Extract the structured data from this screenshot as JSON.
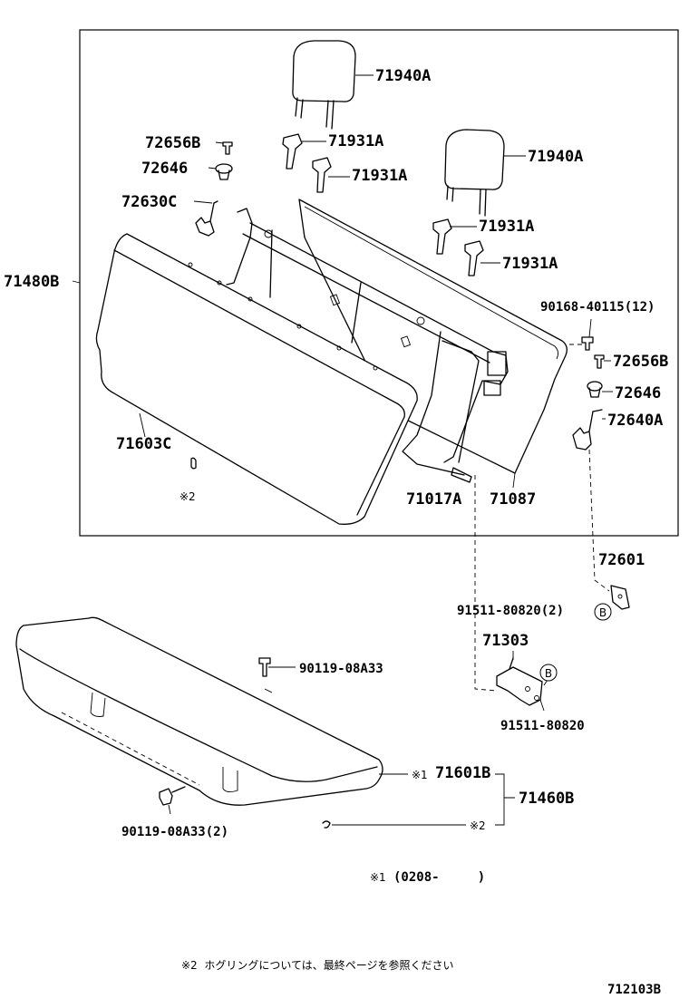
{
  "labels": {
    "headrest_upper": "71940A",
    "headrest_lower": "71940A",
    "support_1": "71931A",
    "support_2": "71931A",
    "support_3": "71931A",
    "support_4": "71931A",
    "bushing_left": "72656B",
    "knob_left": "72646",
    "lock_left": "72630C",
    "back_assy": "71480B",
    "back_pad": "71603C",
    "frame": "71017A",
    "back_board": "71087",
    "screw_top": "90168-40115(12)",
    "bushing_right": "72656B",
    "knob_right": "72646",
    "lock_right": "72640A",
    "hook_mark_back": "※2",
    "striker": "72601",
    "bolt_upper": "91511-80820(2)",
    "hinge": "71303",
    "bolt_lower": "91511-80820",
    "bolt_cushion_top": "90119-08A33",
    "cushion_pad": "71601B",
    "cushion_assy": "71460B",
    "bolt_cushion_bottom": "90119-08A33(2)",
    "mark1_inline": "※1",
    "mark2_inline": "※2",
    "circle_b1": "B",
    "circle_b2": "B"
  },
  "notes": {
    "note1_mark": "※1",
    "note1_text": "(0208-     )",
    "note2": "※2  ホグリングについては、最終ページを参照ください",
    "figure_id": "712103B"
  }
}
